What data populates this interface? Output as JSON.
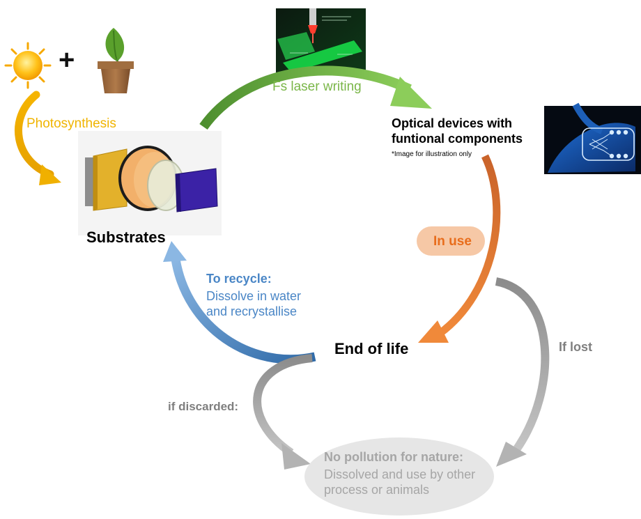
{
  "labels": {
    "photosynthesis": "Photosynthesis",
    "plus": "+",
    "substrates": "Substrates",
    "laser_writing": "Fs laser writing",
    "optical_devices": "Optical devices with\nfuntional components",
    "illustration_note": "*Image for illustration only",
    "in_use": "In use",
    "recycle_title": "To recycle:",
    "recycle_body": "Dissolve in water\nand recrystallise",
    "end_of_life": "End of life",
    "if_lost": "If lost",
    "if_discarded": "if discarded:",
    "no_pollution_title": "No pollution for nature:",
    "no_pollution_body": "Dissolved and use by other\nprocess or animals"
  },
  "colors": {
    "sun": "#f7b500",
    "plant_leaf": "#5aa02c",
    "pot": "#9c6b3f",
    "photosynthesis": "#f0b400",
    "laser_arrow": "#7ab648",
    "use_arrow": "#e8772b",
    "recycle_arrow": "#4a86c6",
    "end_arrows": "#9e9e9e",
    "laser_green": "#19e34a",
    "device_blue": "#2b6fc7"
  },
  "icons": [
    "sun-icon",
    "plant-pot-icon",
    "optical-substrates-image",
    "laser-writing-image",
    "optical-device-image"
  ]
}
